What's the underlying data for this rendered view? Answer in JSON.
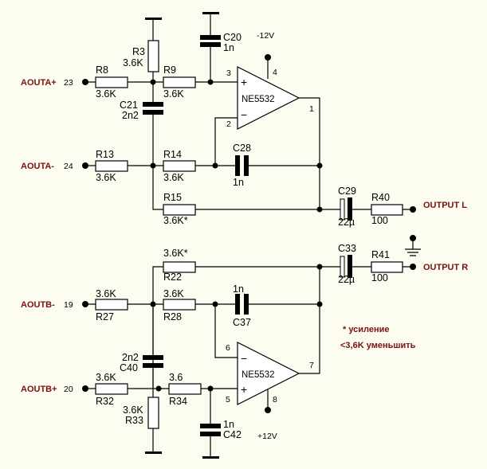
{
  "title": "Dual differential-to-single-ended output stage with NE5532",
  "colors": {
    "background": "#fcfcf0",
    "net_label": "#7a1212",
    "wire": "#000000"
  },
  "inputs": [
    {
      "net": "AOUTA+",
      "pin": "23"
    },
    {
      "net": "AOUTA-",
      "pin": "24"
    },
    {
      "net": "AOUTB-",
      "pin": "19"
    },
    {
      "net": "AOUTB+",
      "pin": "20"
    }
  ],
  "outputs": [
    {
      "net": "OUTPUT L"
    },
    {
      "net": "OUTPUT R"
    }
  ],
  "resistors": {
    "R3": {
      "ref": "R3",
      "value": "3.6K"
    },
    "R8": {
      "ref": "R8",
      "value": "3.6K"
    },
    "R9": {
      "ref": "R9",
      "value": "3.6K"
    },
    "R13": {
      "ref": "R13",
      "value": "3.6K"
    },
    "R14": {
      "ref": "R14",
      "value": "3.6K"
    },
    "R15": {
      "ref": "R15",
      "value": "3.6K*"
    },
    "R40": {
      "ref": "R40",
      "value": "100"
    },
    "R22": {
      "ref": "R22",
      "value": "3.6K*"
    },
    "R27": {
      "ref": "R27",
      "value": "3.6K"
    },
    "R28": {
      "ref": "R28",
      "value": "3.6K"
    },
    "R32": {
      "ref": "R32",
      "value": "3.6K"
    },
    "R33": {
      "ref": "R33",
      "value": "3.6K"
    },
    "R34": {
      "ref": "R34",
      "value": "3.6"
    },
    "R41": {
      "ref": "R41",
      "value": "100"
    }
  },
  "capacitors": {
    "C20": {
      "ref": "C20",
      "value": "1n"
    },
    "C21": {
      "ref": "C21",
      "value": "2n2"
    },
    "C28": {
      "ref": "C28",
      "value": "1n"
    },
    "C29": {
      "ref": "C29",
      "value": "22µ"
    },
    "C33": {
      "ref": "C33",
      "value": "22µ"
    },
    "C37": {
      "ref": "C37",
      "value": "1n"
    },
    "C40": {
      "ref": "C40",
      "value": "2n2"
    },
    "C42": {
      "ref": "C42",
      "value": "1n"
    }
  },
  "opamps": {
    "A": {
      "part": "NE5532",
      "pin_plus": "3",
      "pin_minus": "2",
      "pin_out": "1",
      "pin_supply": "4",
      "supply": "-12V"
    },
    "B": {
      "part": "NE5532",
      "pin_plus": "5",
      "pin_minus": "6",
      "pin_out": "7",
      "pin_supply": "8",
      "supply": "+12V"
    }
  },
  "signs": {
    "plus": "+",
    "minus": "−"
  },
  "notes": [
    "* усиление",
    "<3,6K уменьшить"
  ]
}
